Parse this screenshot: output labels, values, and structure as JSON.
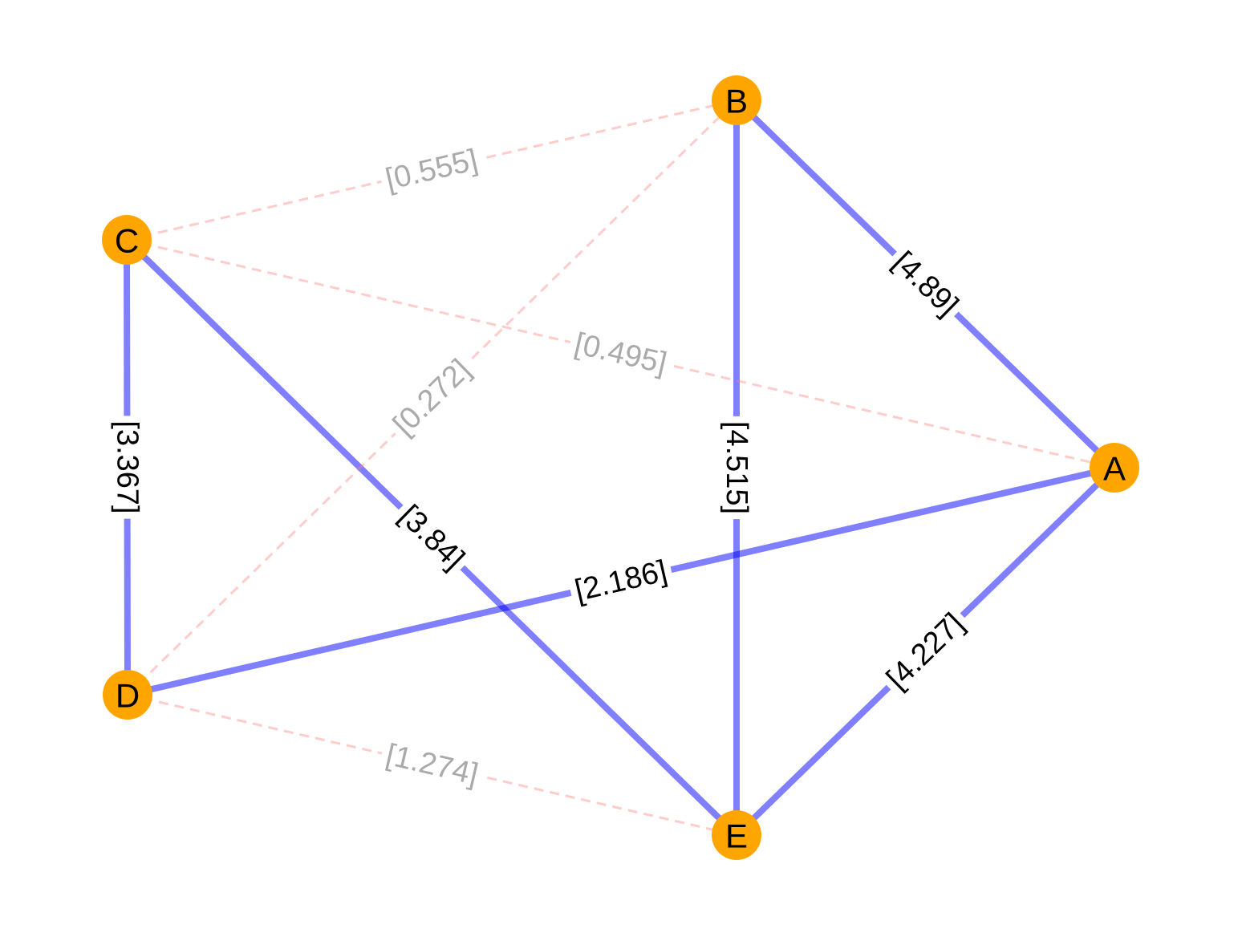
{
  "graph": {
    "colors": {
      "node_fill": "#FFA500",
      "strong_edge": "#0000FF",
      "weak_edge": "#FF8080",
      "strong_label": "#000000",
      "weak_label": "#AAAAAA"
    },
    "nodes": [
      {
        "id": "A",
        "label": "A"
      },
      {
        "id": "B",
        "label": "B"
      },
      {
        "id": "C",
        "label": "C"
      },
      {
        "id": "D",
        "label": "D"
      },
      {
        "id": "E",
        "label": "E"
      }
    ],
    "edges": [
      {
        "source": "B",
        "target": "A",
        "weight": 4.89,
        "label": "[4.89]",
        "style": "strong"
      },
      {
        "source": "B",
        "target": "E",
        "weight": 4.515,
        "label": "[4.515]",
        "style": "strong"
      },
      {
        "source": "E",
        "target": "A",
        "weight": 4.227,
        "label": "[4.227]",
        "style": "strong"
      },
      {
        "source": "C",
        "target": "E",
        "weight": 3.84,
        "label": "[3.84]",
        "style": "strong"
      },
      {
        "source": "C",
        "target": "D",
        "weight": 3.367,
        "label": "[3.367]",
        "style": "strong"
      },
      {
        "source": "D",
        "target": "A",
        "weight": 2.186,
        "label": "[2.186]",
        "style": "strong"
      },
      {
        "source": "D",
        "target": "E",
        "weight": 1.274,
        "label": "[1.274]",
        "style": "weak"
      },
      {
        "source": "C",
        "target": "B",
        "weight": 0.555,
        "label": "[0.555]",
        "style": "weak"
      },
      {
        "source": "C",
        "target": "A",
        "weight": 0.495,
        "label": "[0.495]",
        "style": "weak"
      },
      {
        "source": "D",
        "target": "B",
        "weight": 0.272,
        "label": "[0.272]",
        "style": "weak"
      }
    ]
  }
}
